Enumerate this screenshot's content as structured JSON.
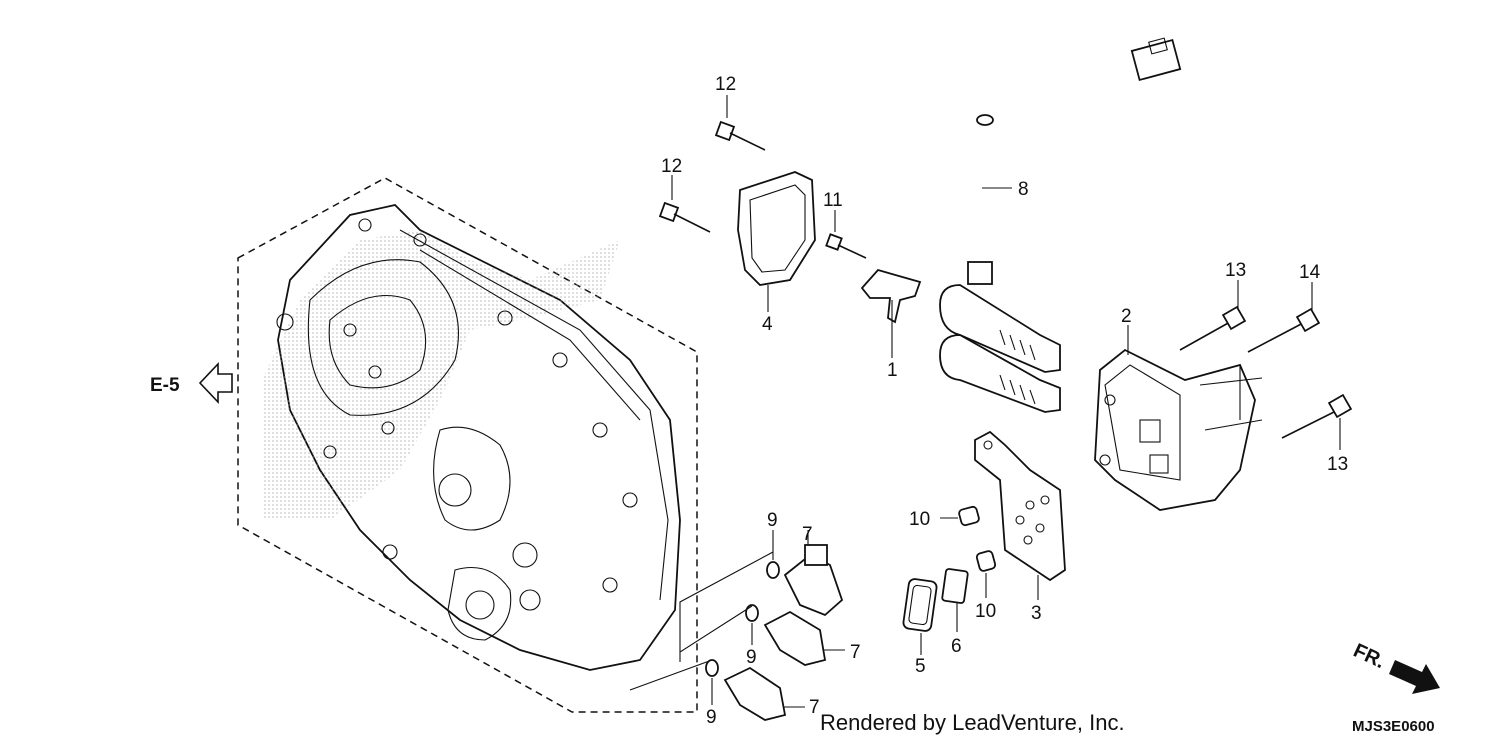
{
  "diagram": {
    "reference": "E-5",
    "direction": "FR.",
    "code": "MJS3E0600",
    "credit": "Rendered by LeadVenture, Inc.",
    "labels": {
      "p1": "1",
      "p2": "2",
      "p3": "3",
      "p4": "4",
      "p5": "5",
      "p6": "6",
      "p7a": "7",
      "p7b": "7",
      "p7c": "7",
      "p8": "8",
      "p9a": "9",
      "p9b": "9",
      "p9c": "9",
      "p10a": "10",
      "p10b": "10",
      "p11": "11",
      "p12a": "12",
      "p12b": "12",
      "p13a": "13",
      "p13b": "13",
      "p14": "14"
    }
  }
}
